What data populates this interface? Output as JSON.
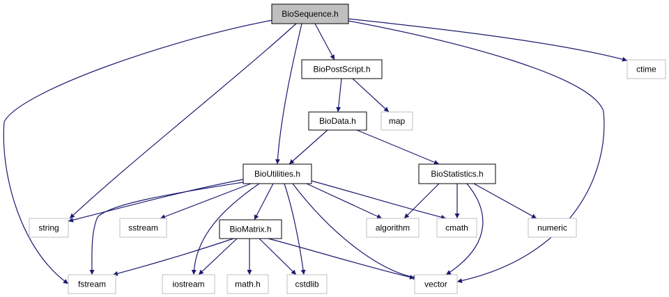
{
  "colors": {
    "edge": "#191970",
    "main_fill": "#bfbfbf",
    "main_border": "#000000",
    "node_border": "#000000",
    "external_border": "#bfbfbf",
    "node_fill": "#ffffff"
  },
  "nodes": {
    "biosequence_h": {
      "label": "BioSequence.h",
      "kind": "main"
    },
    "biopostscript_h": {
      "label": "BioPostScript.h",
      "kind": "header"
    },
    "ctime": {
      "label": "ctime",
      "kind": "external"
    },
    "biodata_h": {
      "label": "BioData.h",
      "kind": "header"
    },
    "map": {
      "label": "map",
      "kind": "external"
    },
    "bioutilities_h": {
      "label": "BioUtilities.h",
      "kind": "header"
    },
    "biostatistics_h": {
      "label": "BioStatistics.h",
      "kind": "header"
    },
    "string": {
      "label": "string",
      "kind": "external"
    },
    "sstream": {
      "label": "sstream",
      "kind": "external"
    },
    "biomatrix_h": {
      "label": "BioMatrix.h",
      "kind": "header"
    },
    "algorithm": {
      "label": "algorithm",
      "kind": "external"
    },
    "cmath": {
      "label": "cmath",
      "kind": "external"
    },
    "numeric": {
      "label": "numeric",
      "kind": "external"
    },
    "fstream": {
      "label": "fstream",
      "kind": "external"
    },
    "iostream": {
      "label": "iostream",
      "kind": "external"
    },
    "math_h": {
      "label": "math.h",
      "kind": "external"
    },
    "cstdlib": {
      "label": "cstdlib",
      "kind": "external"
    },
    "vector": {
      "label": "vector",
      "kind": "external"
    }
  },
  "edges": [
    {
      "from": "biosequence_h",
      "to": "biopostscript_h"
    },
    {
      "from": "biosequence_h",
      "to": "ctime"
    },
    {
      "from": "biosequence_h",
      "to": "bioutilities_h"
    },
    {
      "from": "biosequence_h",
      "to": "string"
    },
    {
      "from": "biosequence_h",
      "to": "fstream"
    },
    {
      "from": "biosequence_h",
      "to": "vector"
    },
    {
      "from": "biopostscript_h",
      "to": "biodata_h"
    },
    {
      "from": "biopostscript_h",
      "to": "map"
    },
    {
      "from": "biodata_h",
      "to": "bioutilities_h"
    },
    {
      "from": "biodata_h",
      "to": "biostatistics_h"
    },
    {
      "from": "bioutilities_h",
      "to": "string"
    },
    {
      "from": "bioutilities_h",
      "to": "sstream"
    },
    {
      "from": "bioutilities_h",
      "to": "biomatrix_h"
    },
    {
      "from": "bioutilities_h",
      "to": "algorithm"
    },
    {
      "from": "bioutilities_h",
      "to": "cmath"
    },
    {
      "from": "bioutilities_h",
      "to": "fstream"
    },
    {
      "from": "bioutilities_h",
      "to": "iostream"
    },
    {
      "from": "bioutilities_h",
      "to": "cstdlib"
    },
    {
      "from": "bioutilities_h",
      "to": "vector"
    },
    {
      "from": "biostatistics_h",
      "to": "algorithm"
    },
    {
      "from": "biostatistics_h",
      "to": "cmath"
    },
    {
      "from": "biostatistics_h",
      "to": "numeric"
    },
    {
      "from": "biostatistics_h",
      "to": "vector"
    },
    {
      "from": "biomatrix_h",
      "to": "fstream"
    },
    {
      "from": "biomatrix_h",
      "to": "iostream"
    },
    {
      "from": "biomatrix_h",
      "to": "math_h"
    },
    {
      "from": "biomatrix_h",
      "to": "cstdlib"
    },
    {
      "from": "biomatrix_h",
      "to": "vector"
    }
  ]
}
